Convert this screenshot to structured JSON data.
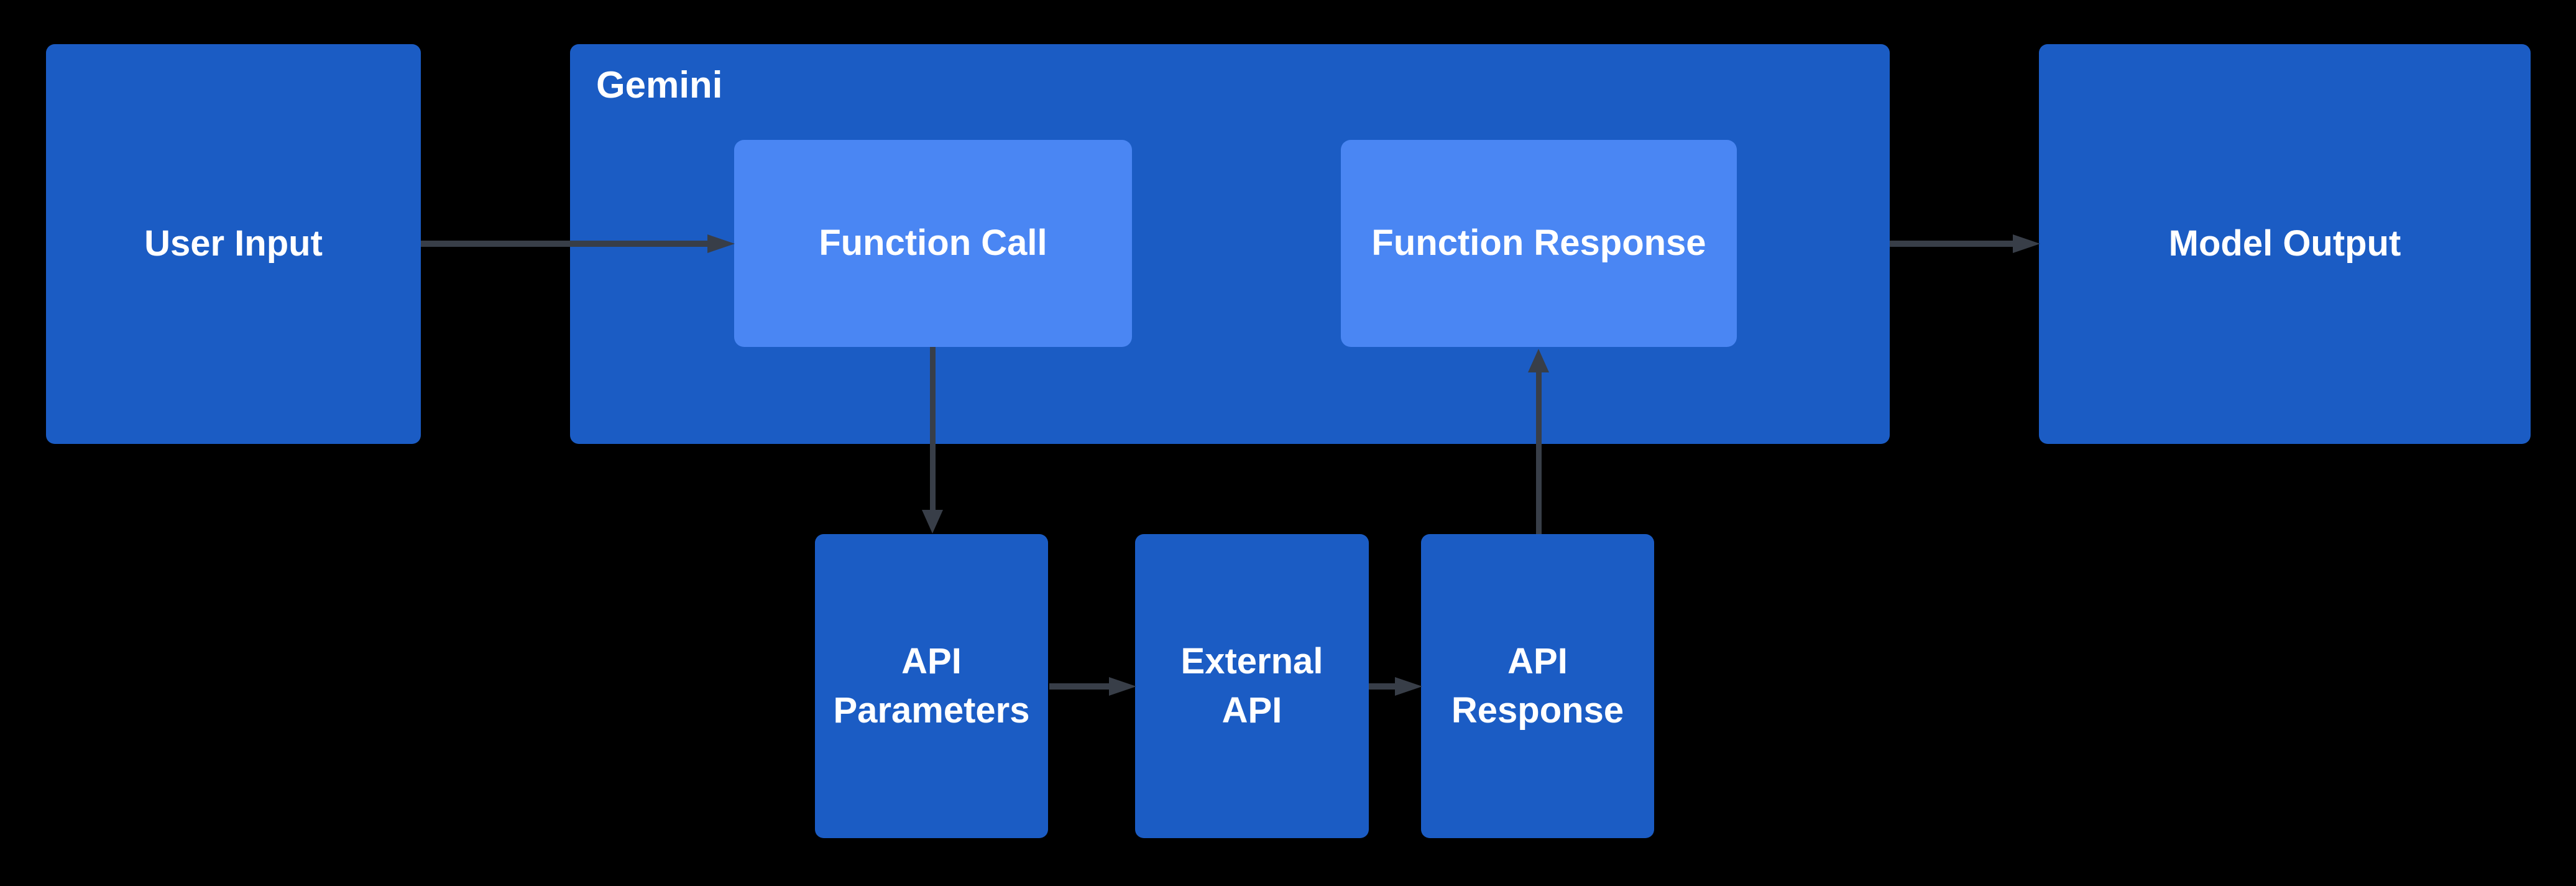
{
  "colors": {
    "background": "#000000",
    "box_dark": "#1b5cc4",
    "box_light": "#4a86f3",
    "arrow": "#383e48",
    "text": "#ffffff"
  },
  "nodes": {
    "user_input": {
      "label": "User Input"
    },
    "gemini": {
      "label": "Gemini"
    },
    "function_call": {
      "label": "Function Call"
    },
    "function_response": {
      "label": "Function Response"
    },
    "model_output": {
      "label": "Model Output"
    },
    "api_parameters": {
      "label": "API\nParameters"
    },
    "external_api": {
      "label": "External\nAPI"
    },
    "api_response": {
      "label": "API\nResponse"
    }
  },
  "arrows": [
    {
      "from": "user_input",
      "to": "function_call",
      "direction": "right"
    },
    {
      "from": "gemini",
      "to": "model_output",
      "direction": "right"
    },
    {
      "from": "function_call",
      "to": "api_parameters",
      "direction": "down"
    },
    {
      "from": "api_parameters",
      "to": "external_api",
      "direction": "right"
    },
    {
      "from": "external_api",
      "to": "api_response",
      "direction": "right"
    },
    {
      "from": "api_response",
      "to": "function_response",
      "direction": "up"
    }
  ]
}
